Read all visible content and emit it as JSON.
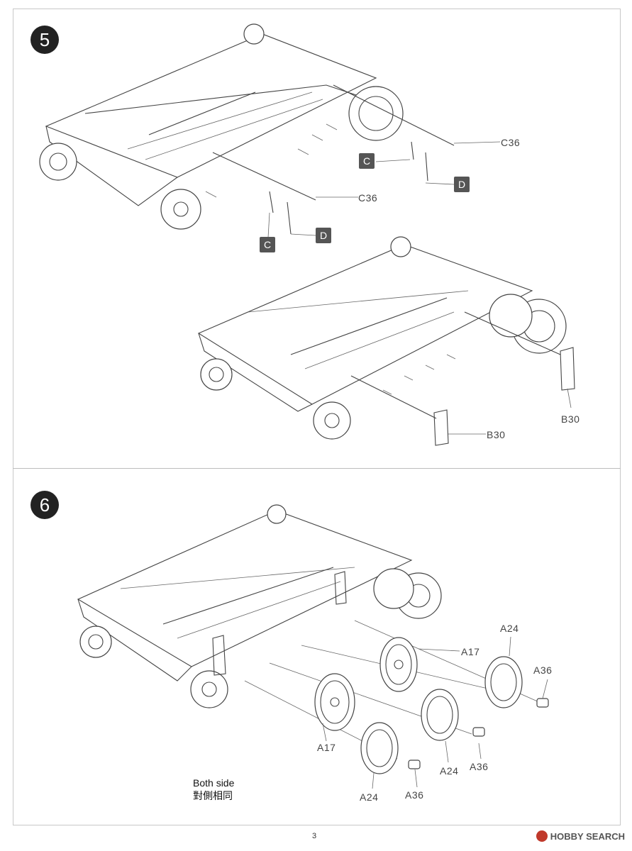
{
  "step5": {
    "number": "5",
    "labels": {
      "c36_a": "C36",
      "c36_b": "C36",
      "c_a": "C",
      "c_b": "C",
      "d_a": "D",
      "d_b": "D",
      "b30_a": "B30",
      "b30_b": "B30"
    }
  },
  "step6": {
    "number": "6",
    "labels": {
      "a17_a": "A17",
      "a17_b": "A17",
      "a24_a": "A24",
      "a24_b": "A24",
      "a24_c": "A24",
      "a36_a": "A36",
      "a36_b": "A36",
      "a36_c": "A36"
    },
    "note_en": "Both side",
    "note_zh": "對側相同"
  },
  "page_number": "3",
  "watermark": "HOBBY SEARCH"
}
